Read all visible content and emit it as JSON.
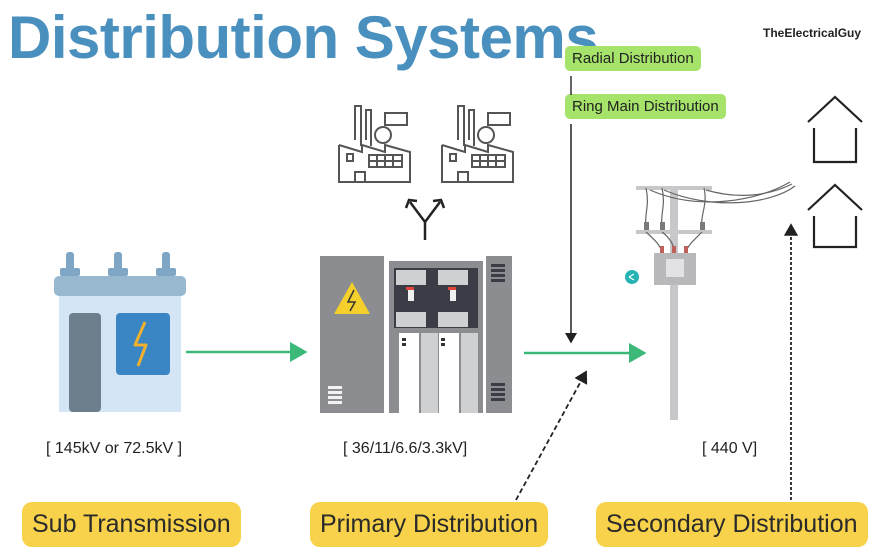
{
  "header": {
    "title": "Distribution Systems",
    "brand": "TheElectricalGuy"
  },
  "distribution_types": [
    {
      "label": "Radial Distribution"
    },
    {
      "label": "Ring Main Distribution"
    }
  ],
  "stages": [
    {
      "name": "Sub Transmission",
      "voltage": "[ 145kV or 72.5kV ]",
      "icon": "transformer-substation-icon"
    },
    {
      "name": "Primary Distribution",
      "voltage": "[ 36/11/6.6/3.3kV]",
      "icon": "switchgear-panel-icon",
      "consumers_icon": "factory-icon"
    },
    {
      "name": "Secondary Distribution",
      "voltage": "[ 440 V]",
      "icon": "pole-transformer-icon",
      "consumers_icon": "house-icon"
    }
  ],
  "colors": {
    "title": "#4a90bf",
    "flow_arrow": "#3cb878",
    "green_tag": "#a6e36a",
    "yellow_tag": "#f7d24a"
  }
}
